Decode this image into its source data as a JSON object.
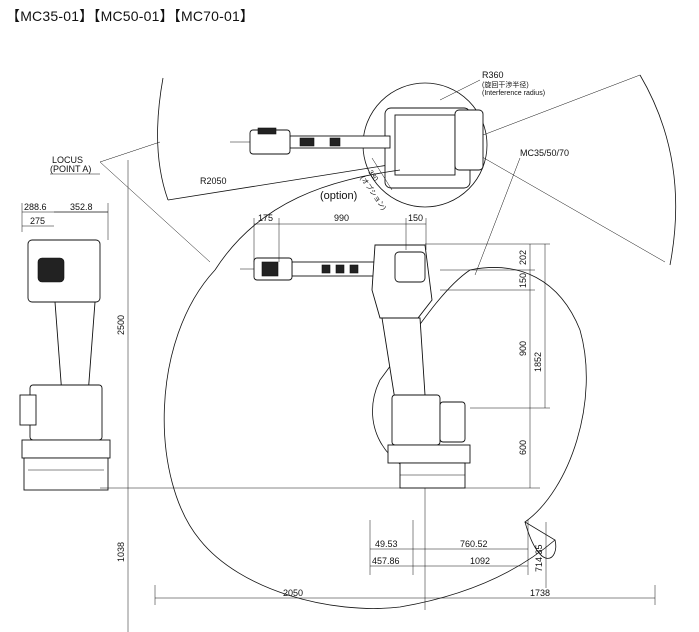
{
  "title": "【MC35-01】【MC50-01】【MC70-01】",
  "top_view": {
    "interference_radius": "R360",
    "interference_jp": "(旋回干渉半径)",
    "interference_en": "(Interference radius)",
    "reach_radius": "R2050",
    "option_label": "(option)",
    "option_dim": "330",
    "option_jp": "(オプション)",
    "model_label": "MC35/50/70",
    "locus_label_1": "LOCUS",
    "locus_label_2": "(POINT A)"
  },
  "side_view": {
    "dims": {
      "d288": "288.6",
      "d275": "275",
      "d352": "352.8"
    },
    "height_2500": "2500"
  },
  "main_view": {
    "dims": {
      "d175": "175",
      "d990": "990",
      "d150": "150",
      "d202": "202",
      "d150v": "150",
      "d900": "900",
      "d1852": "1852",
      "d600": "600",
      "d1038": "1038",
      "d49": "49.53",
      "d760": "760.52",
      "d714": "714.35",
      "d457": "457.86",
      "d1092": "1092",
      "d2050": "2050",
      "d1738": "1738"
    }
  }
}
